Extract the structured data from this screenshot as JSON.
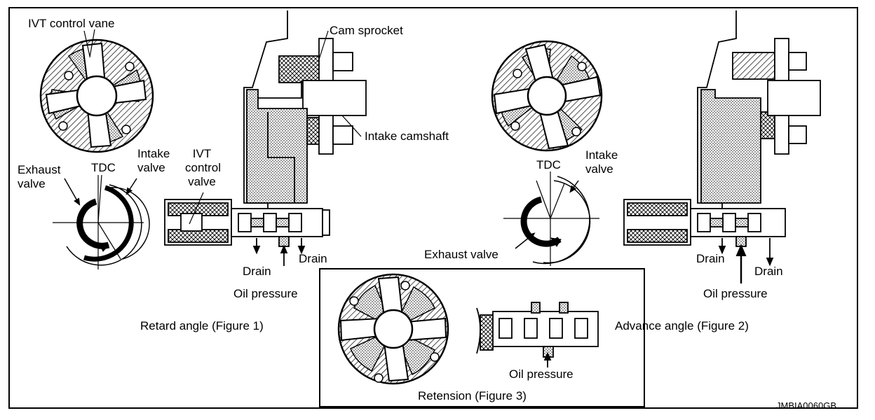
{
  "labels": {
    "ivt_control_vane": "IVT control vane",
    "cam_sprocket": "Cam sprocket",
    "intake_camshaft": "Intake camshaft",
    "ivt_control_valve": [
      "IVT",
      "control",
      "valve"
    ],
    "exhaust_valve_left": [
      "Exhaust",
      "valve"
    ],
    "tdc_left": "TDC",
    "intake_valve_left": [
      "Intake",
      "valve"
    ],
    "drain_left_1": "Drain",
    "drain_left_2": "Drain",
    "oil_pressure_left": "Oil pressure",
    "retard_caption": "Retard angle (Figure 1)",
    "tdc_right": "TDC",
    "intake_valve_right": [
      "Intake",
      "valve"
    ],
    "exhaust_valve_right": "Exhaust valve",
    "drain_right_1": "Drain",
    "drain_right_2": "Drain",
    "oil_pressure_right": "Oil pressure",
    "advance_caption": "Advance angle (Figure 2)",
    "oil_pressure_center": "Oil pressure",
    "retension_caption": "Retension (Figure 3)",
    "image_code": "JMBIA0060GB"
  }
}
